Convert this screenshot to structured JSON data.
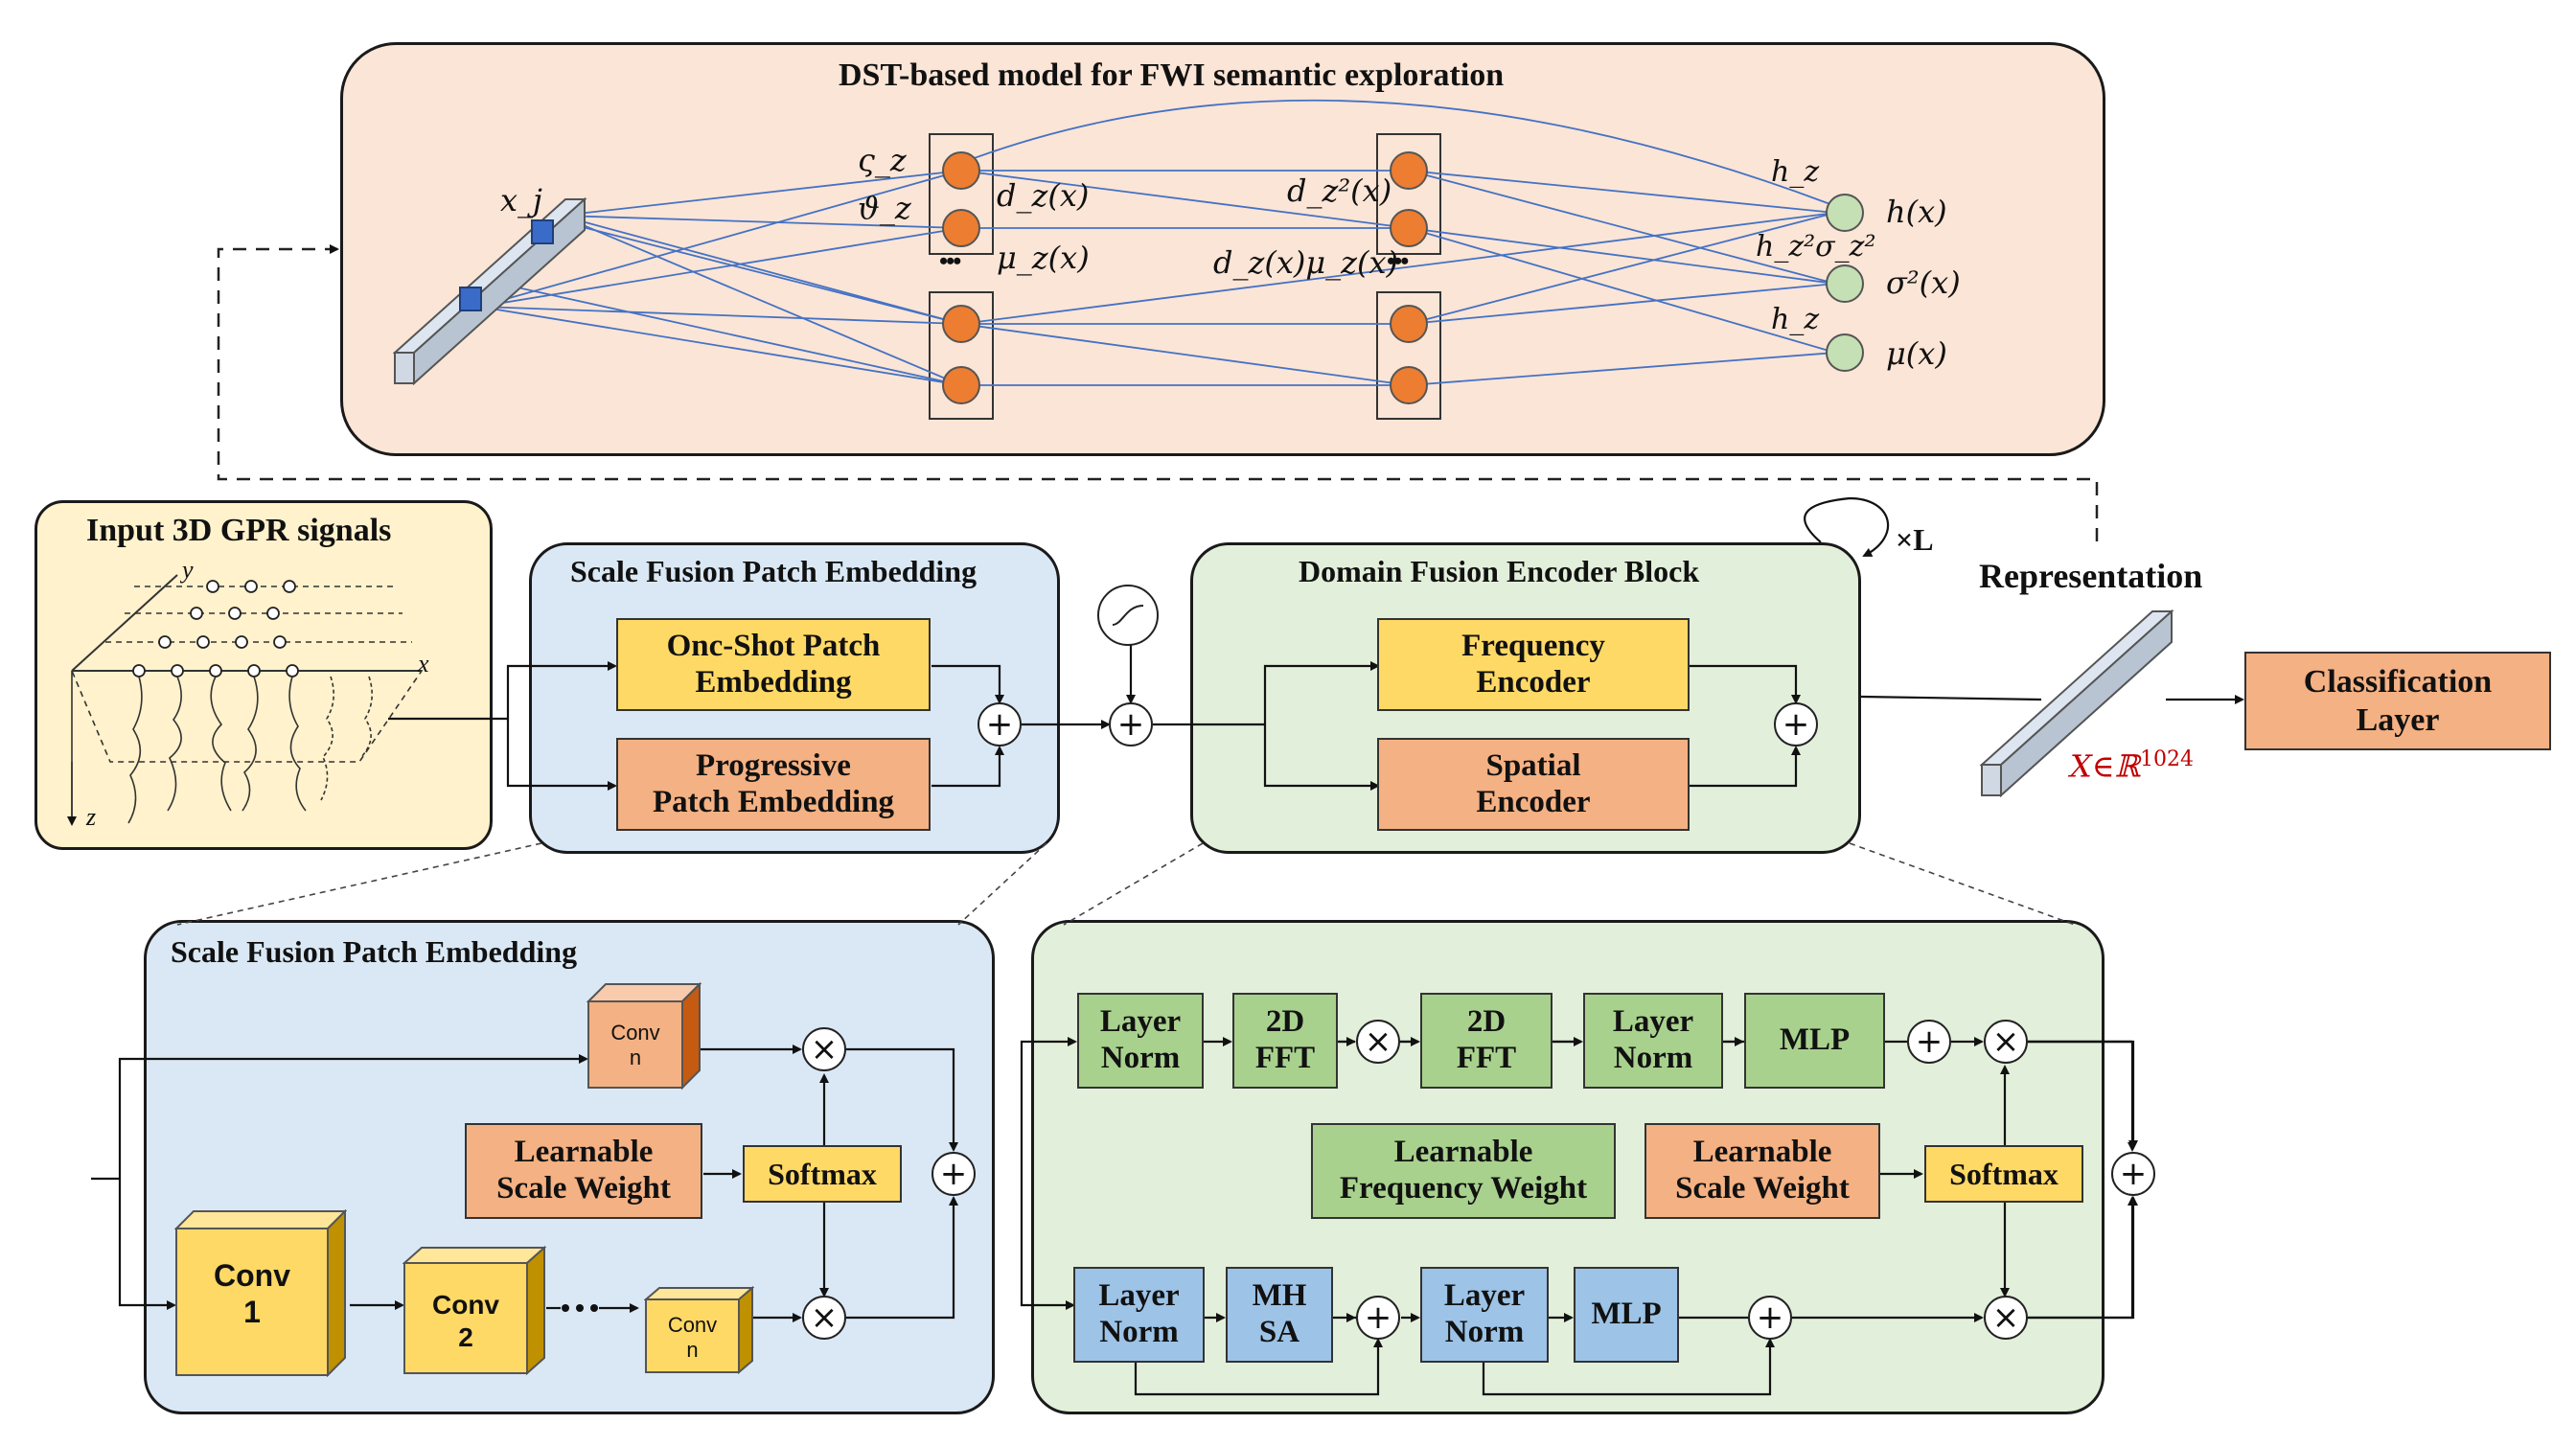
{
  "dst_panel": {
    "title": "DST-based model for FWI semantic exploration",
    "input_label": "x_j",
    "left_labels": [
      "ς_z",
      "ϑ_z"
    ],
    "mid_labels": [
      "d_z(x)",
      "μ_z(x)"
    ],
    "mid2_labels": [
      "d_z²(x)",
      "d_z(x)μ_z(x)"
    ],
    "right_weights": [
      "h_z",
      "h_z²σ_z²",
      "h_z"
    ],
    "outputs": [
      "h(x)",
      "σ²(x)",
      "μ(x)"
    ],
    "ellipsis": "•••"
  },
  "input_panel": {
    "title": "Input 3D GPR signals",
    "axes": [
      "y",
      "x",
      "z"
    ]
  },
  "sfpe_panel": {
    "title": "Scale Fusion Patch Embedding",
    "box1": "Onc-Shot Patch\nEmbedding",
    "box2": "Progressive\nPatch Embedding"
  },
  "dfe_panel": {
    "title": "Domain Fusion Encoder Block",
    "box1": "Frequency\nEncoder",
    "box2": "Spatial\nEncoder",
    "repeat": "×L"
  },
  "representation": {
    "label": "Representation",
    "vector": "X∈ℝ",
    "exponent": "1024",
    "vector_color": "#c00000"
  },
  "classification": {
    "label": "Classification\nLayer"
  },
  "sfpe_detail": {
    "title": "Scale Fusion Patch Embedding",
    "conv_n_top": "Conv\nn",
    "weight": "Learnable\nScale Weight",
    "softmax": "Softmax",
    "conv1": "Conv\n1",
    "conv2": "Conv\n2",
    "conv_n_bottom": "Conv\nn",
    "dots": "•••"
  },
  "dfe_detail": {
    "top_row": [
      "Layer\nNorm",
      "2D\nFFT",
      "2D\nFFT",
      "Layer\nNorm",
      "MLP"
    ],
    "freq_weight": "Learnable\nFrequency Weight",
    "scale_weight": "Learnable\nScale Weight",
    "softmax": "Softmax",
    "bottom_row": [
      "Layer\nNorm",
      "MH\nSA",
      "Layer\nNorm",
      "MLP"
    ]
  },
  "colors": {
    "dst_bg": "#fbe5d6",
    "input_bg": "#fff2cc",
    "sfpe_bg": "#dae8f5",
    "dfe_bg": "#e2efda",
    "yellow": "#ffd966",
    "orange": "#f4b183",
    "green": "#a9d18e",
    "blue": "#9dc3e6",
    "node_orange": "#ed7d31",
    "node_green": "#c5e0b4"
  },
  "icons": [
    "activation-icon",
    "plus-icon",
    "times-icon",
    "loop-arrow-icon"
  ]
}
